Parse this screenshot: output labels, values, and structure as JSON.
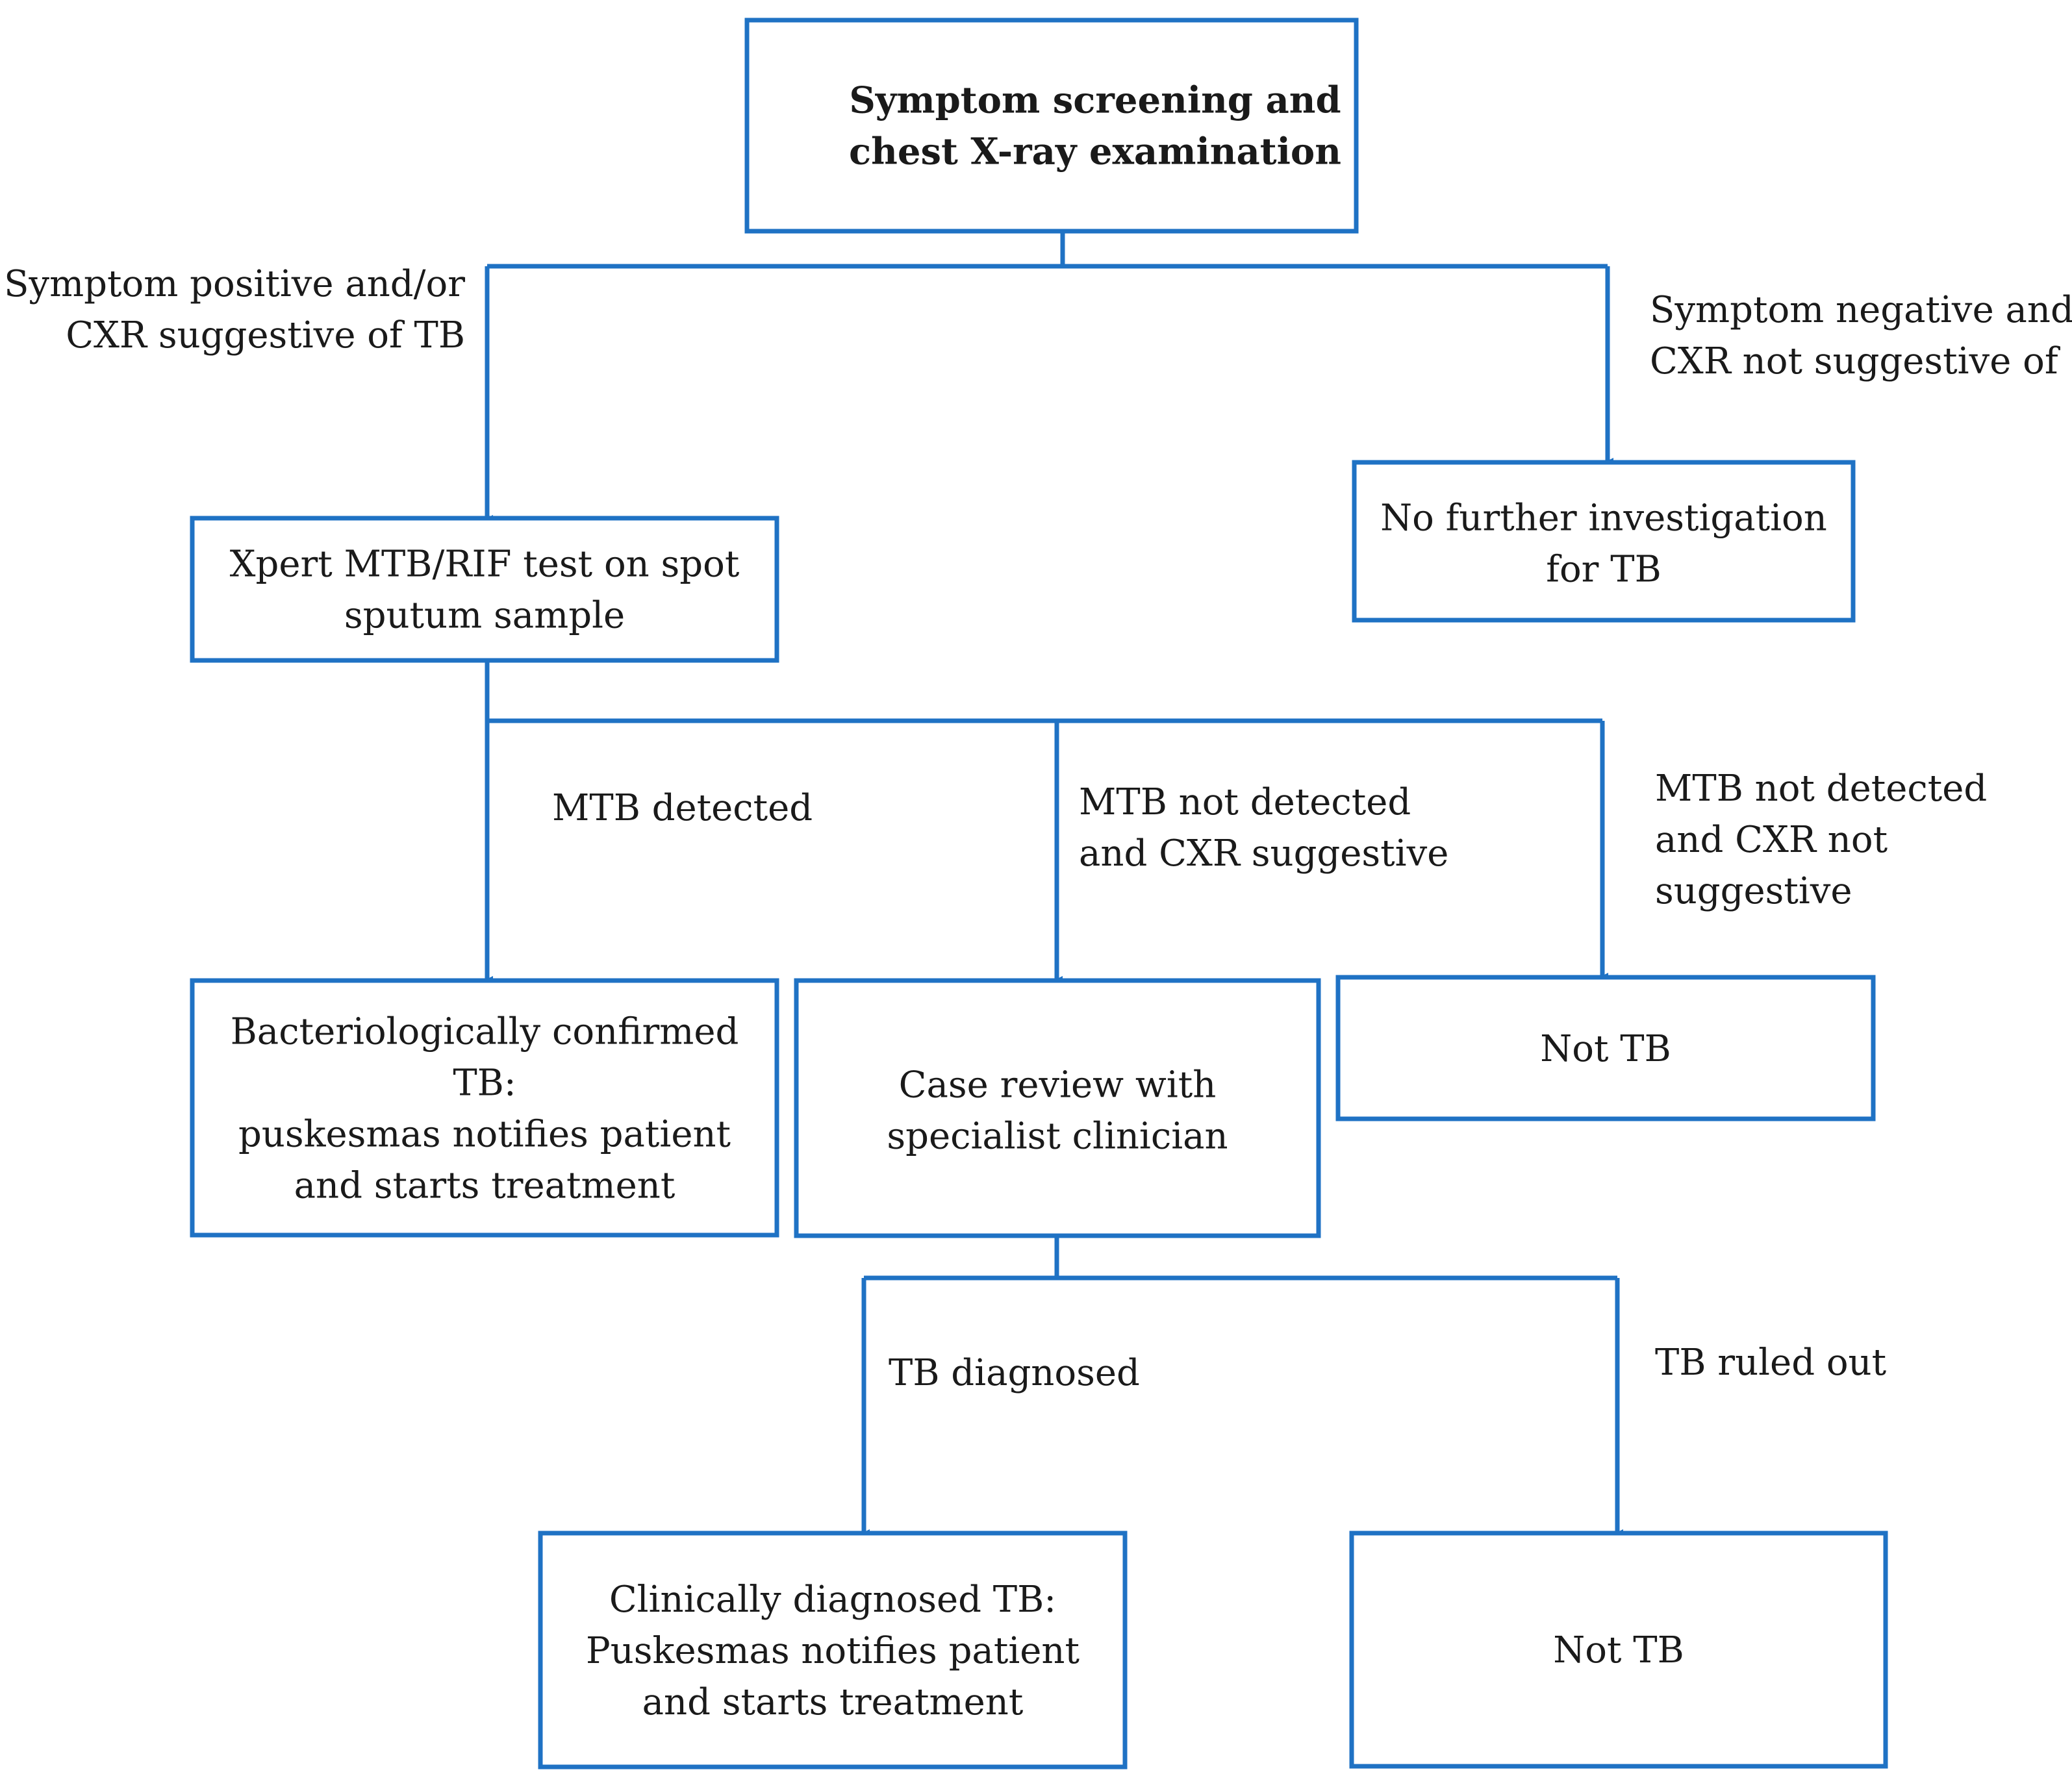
{
  "colors": {
    "line": "#1f72c4",
    "text": "#1a1a1a",
    "background": "#ffffff"
  },
  "nodes": {
    "screening": {
      "lines": [
        "Symptom screening and",
        "chest X-ray examination"
      ],
      "bold": true
    },
    "xpert_test": {
      "lines": [
        "Xpert MTB/RIF test on spot",
        "sputum sample"
      ]
    },
    "no_further": {
      "lines": [
        "No further investigation",
        "for TB"
      ]
    },
    "bacterio_confirmed": {
      "lines": [
        "Bacteriologically confirmed",
        "TB:",
        "puskesmas notifies patient",
        "and starts treatment"
      ]
    },
    "case_review": {
      "lines": [
        "Case review with",
        "specialist clinician"
      ]
    },
    "not_tb_1": {
      "lines": [
        "Not TB"
      ]
    },
    "clinically_diagnosed": {
      "lines": [
        "Clinically diagnosed TB:",
        "Puskesmas notifies patient",
        "and starts treatment"
      ]
    },
    "not_tb_2": {
      "lines": [
        "Not TB"
      ]
    }
  },
  "edges": {
    "symptom_positive": {
      "lines": [
        "Symptom positive and/or",
        "CXR suggestive of TB"
      ]
    },
    "symptom_negative": {
      "lines": [
        "Symptom negative and",
        "CXR not suggestive of"
      ]
    },
    "mtb_detected": {
      "lines": [
        "MTB detected"
      ]
    },
    "mtb_not_detected_cxr_suggestive": {
      "lines": [
        "MTB not detected",
        "and CXR suggestive"
      ]
    },
    "mtb_not_detected_cxr_not_suggestive": {
      "lines": [
        "MTB not detected",
        "and CXR not",
        "suggestive"
      ]
    },
    "tb_diagnosed": {
      "lines": [
        "TB diagnosed"
      ]
    },
    "tb_ruled_out": {
      "lines": [
        "TB ruled out"
      ]
    }
  }
}
